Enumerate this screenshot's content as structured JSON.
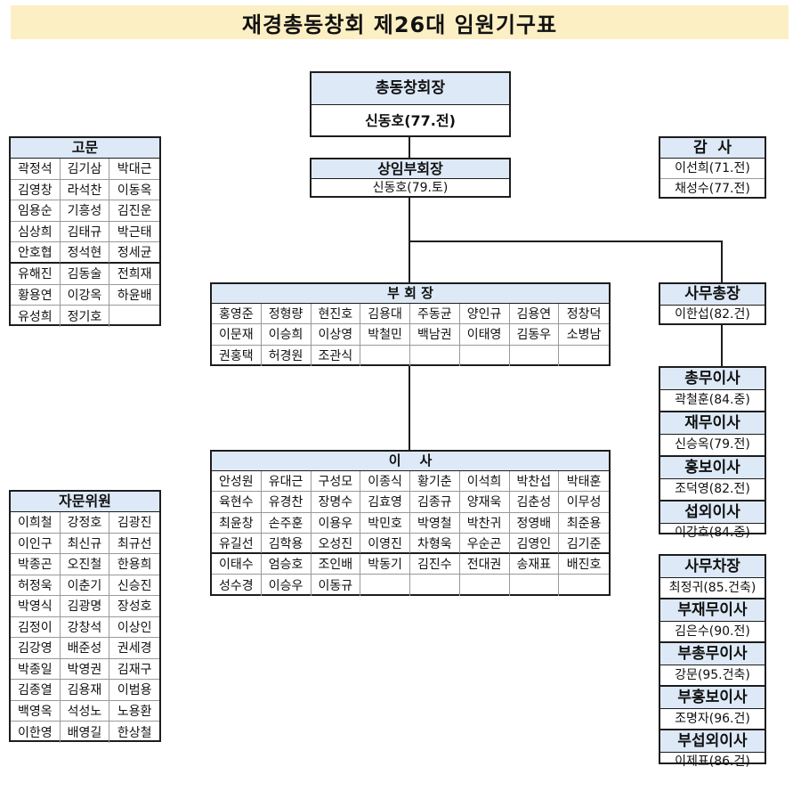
{
  "title": "재경총동창회 제26대 임원기구표",
  "president": {
    "label": "총동창회장",
    "name": "신동호(77.전)"
  },
  "vice_president": {
    "label": "상임부회장",
    "name": "신동호(79.토)"
  },
  "auditors": {
    "label": "감  사",
    "names": [
      "이선희(71.전)",
      "채성수(77.전)"
    ]
  },
  "secretary_general": {
    "label": "사무총장",
    "name": "이한섭(82.건)"
  },
  "officers": [
    {
      "label": "총무이사",
      "name": "곽철훈(84.중)"
    },
    {
      "label": "재무이사",
      "name": "신승옥(79.전)"
    },
    {
      "label": "홍보이사",
      "name": "조덕영(82.전)"
    },
    {
      "label": "섭외이사",
      "name": "이강호(84.중)"
    }
  ],
  "deputy_officers": [
    {
      "label": "사무차장",
      "name": "최정귀(85.건축)"
    },
    {
      "label": "부재무이사",
      "name": "김은수(90.전)"
    },
    {
      "label": "부총무이사",
      "name": "강문(95.건축)"
    },
    {
      "label": "부홍보이사",
      "name": "조명자(96.건)"
    },
    {
      "label": "부섭외이사",
      "name": "이제표(86.건)"
    }
  ],
  "advisors": {
    "label": "고문",
    "names": [
      "곽정석",
      "김기삼",
      "박대근",
      "김영창",
      "라석찬",
      "이동옥",
      "임용순",
      "기흥성",
      "김진운",
      "심상희",
      "김태규",
      "박근태",
      "안호협",
      "정석현",
      "정세균",
      "유해진",
      "김동술",
      "전희재",
      "황용연",
      "이강옥",
      "하윤배",
      "유성희",
      "정기호",
      ""
    ]
  },
  "consultants": {
    "label": "자문위원",
    "names": [
      "이희철",
      "강정호",
      "김광진",
      "이인구",
      "최신규",
      "최규선",
      "박종곤",
      "오진철",
      "한용희",
      "허정욱",
      "이춘기",
      "신승진",
      "박영식",
      "김광명",
      "장성호",
      "김정이",
      "강창석",
      "이상인",
      "김강영",
      "배준성",
      "권세경",
      "박종일",
      "박영권",
      "김재구",
      "김종열",
      "김용재",
      "이범용",
      "백영옥",
      "석성노",
      "노용환",
      "이한영",
      "배영길",
      "한상철"
    ]
  },
  "vice_chairs": {
    "label": "부 회 장",
    "names": [
      "홍영준",
      "정형량",
      "현진호",
      "김용대",
      "주동균",
      "양인규",
      "김용연",
      "정창덕",
      "이문재",
      "이승희",
      "이상영",
      "박철민",
      "백남권",
      "이태영",
      "김동우",
      "소병남",
      "권홍택",
      "허경원",
      "조관식",
      "",
      "",
      "",
      "",
      ""
    ]
  },
  "directors": {
    "label": "이    사",
    "names": [
      "안성원",
      "유대근",
      "구성모",
      "이종식",
      "황기춘",
      "이석희",
      "박찬섭",
      "박태훈",
      "육현수",
      "유경찬",
      "장명수",
      "김효영",
      "김종규",
      "양재욱",
      "김춘성",
      "이무성",
      "최윤창",
      "손주훈",
      "이용우",
      "박민호",
      "박영철",
      "박찬귀",
      "정영배",
      "최준용",
      "유길선",
      "김학용",
      "오성진",
      "이영진",
      "차형욱",
      "우순곤",
      "김영인",
      "김기준",
      "이태수",
      "엄승호",
      "조인배",
      "박동기",
      "김진수",
      "전대권",
      "송재표",
      "배진호",
      "성수경",
      "이승우",
      "이동규",
      "",
      "",
      "",
      "",
      ""
    ]
  }
}
